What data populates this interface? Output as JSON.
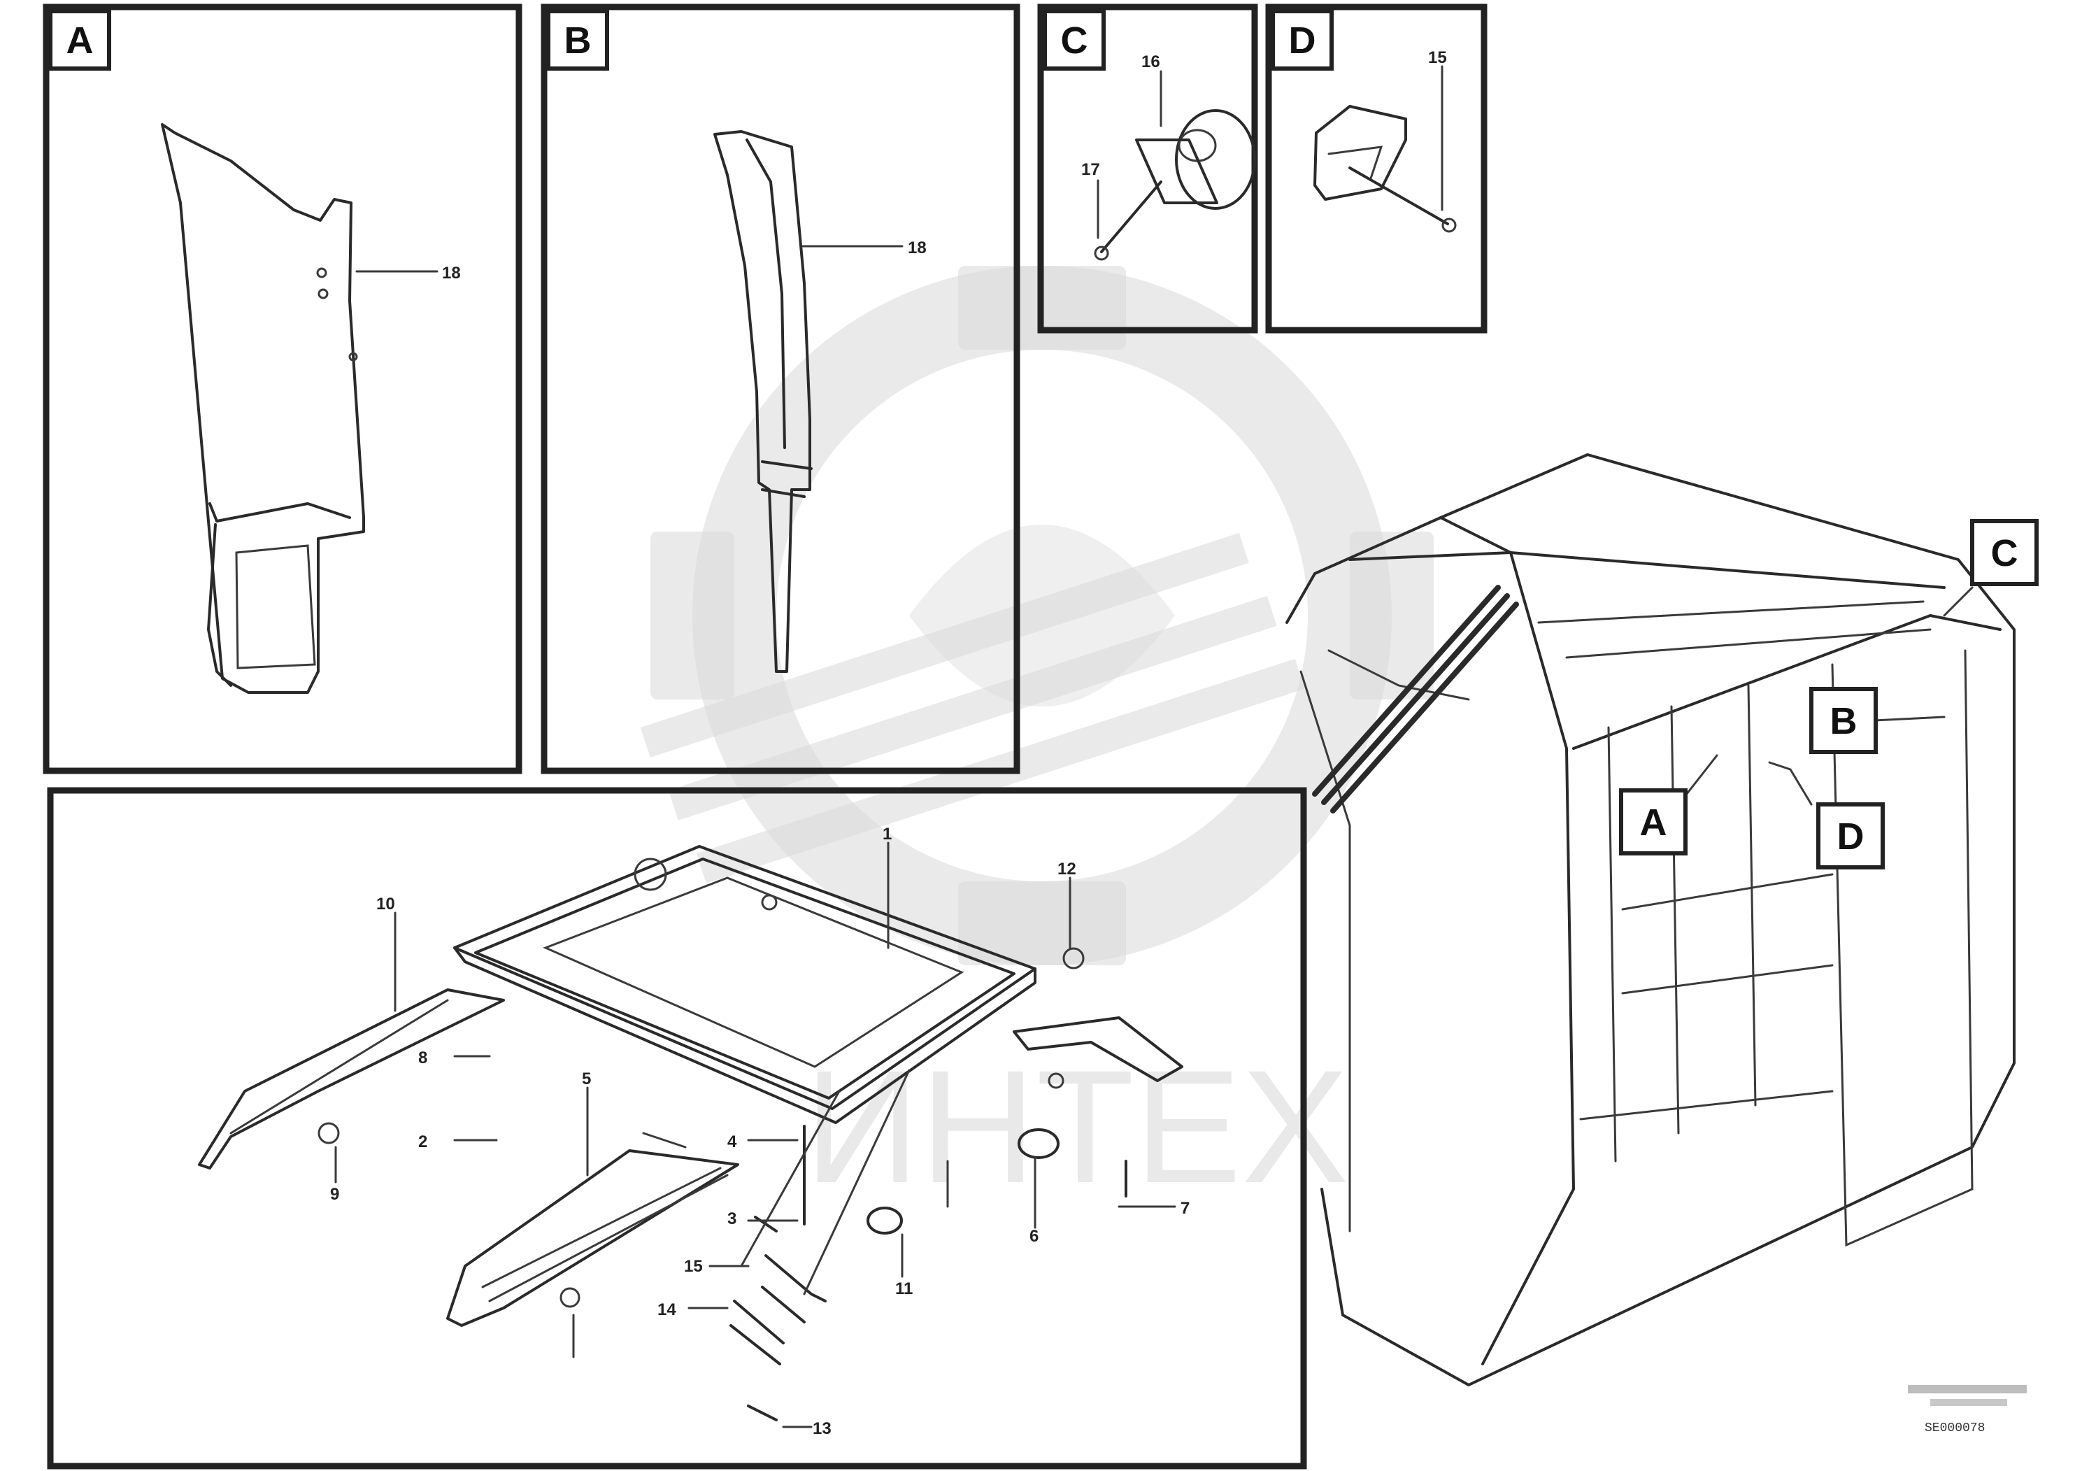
{
  "panels": {
    "a": {
      "label": "A",
      "callout": "18"
    },
    "b": {
      "label": "B",
      "callout": "18"
    },
    "c": {
      "label": "C",
      "callouts": [
        "16",
        "17"
      ]
    },
    "d": {
      "label": "D",
      "callout": "15"
    }
  },
  "main_callouts": [
    "1",
    "2",
    "3",
    "4",
    "5",
    "6",
    "7",
    "8",
    "9",
    "10",
    "11",
    "12",
    "13",
    "14",
    "15"
  ],
  "cab_tags": [
    "A",
    "B",
    "C",
    "D"
  ],
  "watermark": "ИНТЕХ",
  "drawing_code": "SE000078"
}
